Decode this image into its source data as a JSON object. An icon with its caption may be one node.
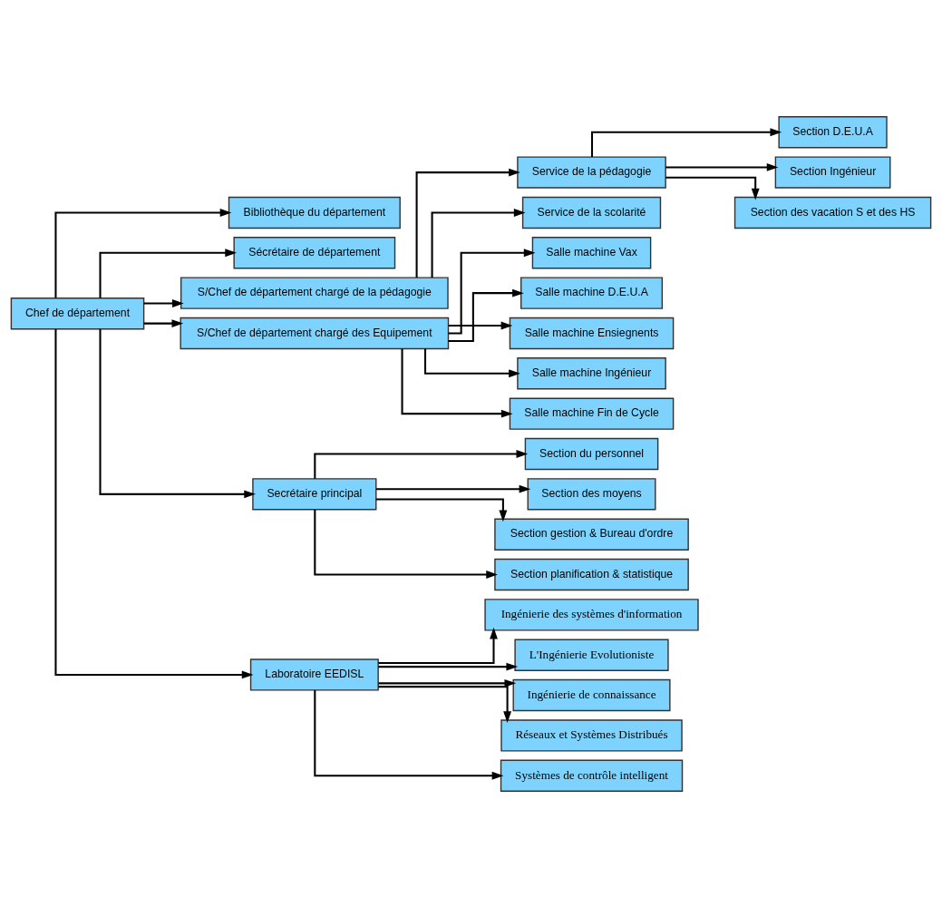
{
  "diagram": {
    "nodes": [
      {
        "text": [
          "Chef de département"
        ]
      },
      {
        "text": [
          "Bibliothèque du département"
        ]
      },
      {
        "text": [
          "Sécrétaire de département"
        ]
      },
      {
        "text": [
          "S/Chef de département chargé de la pédagogie"
        ]
      },
      {
        "text": [
          "Service de la pédagogie"
        ]
      },
      {
        "text": [
          "Service de la scolarité"
        ]
      },
      {
        "text": [
          "Section D.E.U.A"
        ]
      },
      {
        "text": [
          "Section Ingénieur"
        ]
      },
      {
        "text": [
          "Section des vacation S et des HS"
        ]
      },
      {
        "text": [
          "S/Chef de département chargé des Equipement"
        ]
      },
      {
        "text": [
          "Salle machine Vax"
        ]
      },
      {
        "text": [
          "Salle machine D.E.U.A"
        ]
      },
      {
        "text": [
          "Salle machine Ensiegnents"
        ]
      },
      {
        "text": [
          "Salle machine Ingénieur"
        ]
      },
      {
        "text": [
          "Salle machine Fin de Cycle"
        ]
      },
      {
        "text": [
          "Secrétaire principal"
        ]
      },
      {
        "text": [
          "Section du personnel"
        ]
      },
      {
        "text": [
          "Section des moyens"
        ]
      },
      {
        "text": [
          "Section gestion & Bureau d'ordre"
        ]
      },
      {
        "text": [
          "Section planification & statistique"
        ]
      },
      {
        "text": [
          "Laboratoire EEDISL"
        ]
      },
      {
        "text": [
          "Ingénierie des systèmes d'information"
        ]
      },
      {
        "text": [
          "L'Ingénierie Evolutioniste"
        ]
      },
      {
        "text": [
          "Ingénierie de connaissance"
        ]
      },
      {
        "text": [
          "Réseaux et Systèmes Distribués"
        ]
      },
      {
        "text": [
          "Systèmes de contrôle intelligent"
        ]
      }
    ],
    "edges": [
      {
        "from": 0,
        "to": 1,
        "arrow": "to"
      },
      {
        "from": 0,
        "to": 2,
        "arrow": "to"
      },
      {
        "from": 0,
        "to": 3,
        "arrow": "to"
      },
      {
        "from": 3,
        "to": 4,
        "arrow": "to"
      },
      {
        "from": 3,
        "to": 5,
        "arrow": "to"
      },
      {
        "from": 4,
        "to": 6,
        "arrow": "to"
      },
      {
        "from": 4,
        "to": 7,
        "arrow": "to"
      },
      {
        "from": 4,
        "to": 8,
        "arrow": "to"
      },
      {
        "from": 0,
        "to": 9,
        "arrow": "to"
      },
      {
        "from": 9,
        "to": 10,
        "arrow": "to"
      },
      {
        "from": 9,
        "to": 11,
        "arrow": "to"
      },
      {
        "from": 9,
        "to": 12,
        "arrow": "to"
      },
      {
        "from": 9,
        "to": 13,
        "arrow": "to"
      },
      {
        "from": 9,
        "to": 14,
        "arrow": "to"
      },
      {
        "from": 0,
        "to": 15,
        "arrow": "to"
      },
      {
        "from": 15,
        "to": 16,
        "arrow": "to"
      },
      {
        "from": 15,
        "to": 17,
        "arrow": "to"
      },
      {
        "from": 15,
        "to": 18,
        "arrow": "to"
      },
      {
        "from": 15,
        "to": 19,
        "arrow": "to"
      },
      {
        "from": 0,
        "to": 20,
        "arrow": "to"
      },
      {
        "from": 20,
        "to": 21,
        "arrow": "to"
      },
      {
        "from": 20,
        "to": 22,
        "arrow": "to"
      },
      {
        "from": 20,
        "to": 23,
        "arrow": "to"
      },
      {
        "from": 20,
        "to": 24,
        "arrow": "to"
      },
      {
        "from": 20,
        "to": 25,
        "arrow": "to"
      }
    ]
  }
}
